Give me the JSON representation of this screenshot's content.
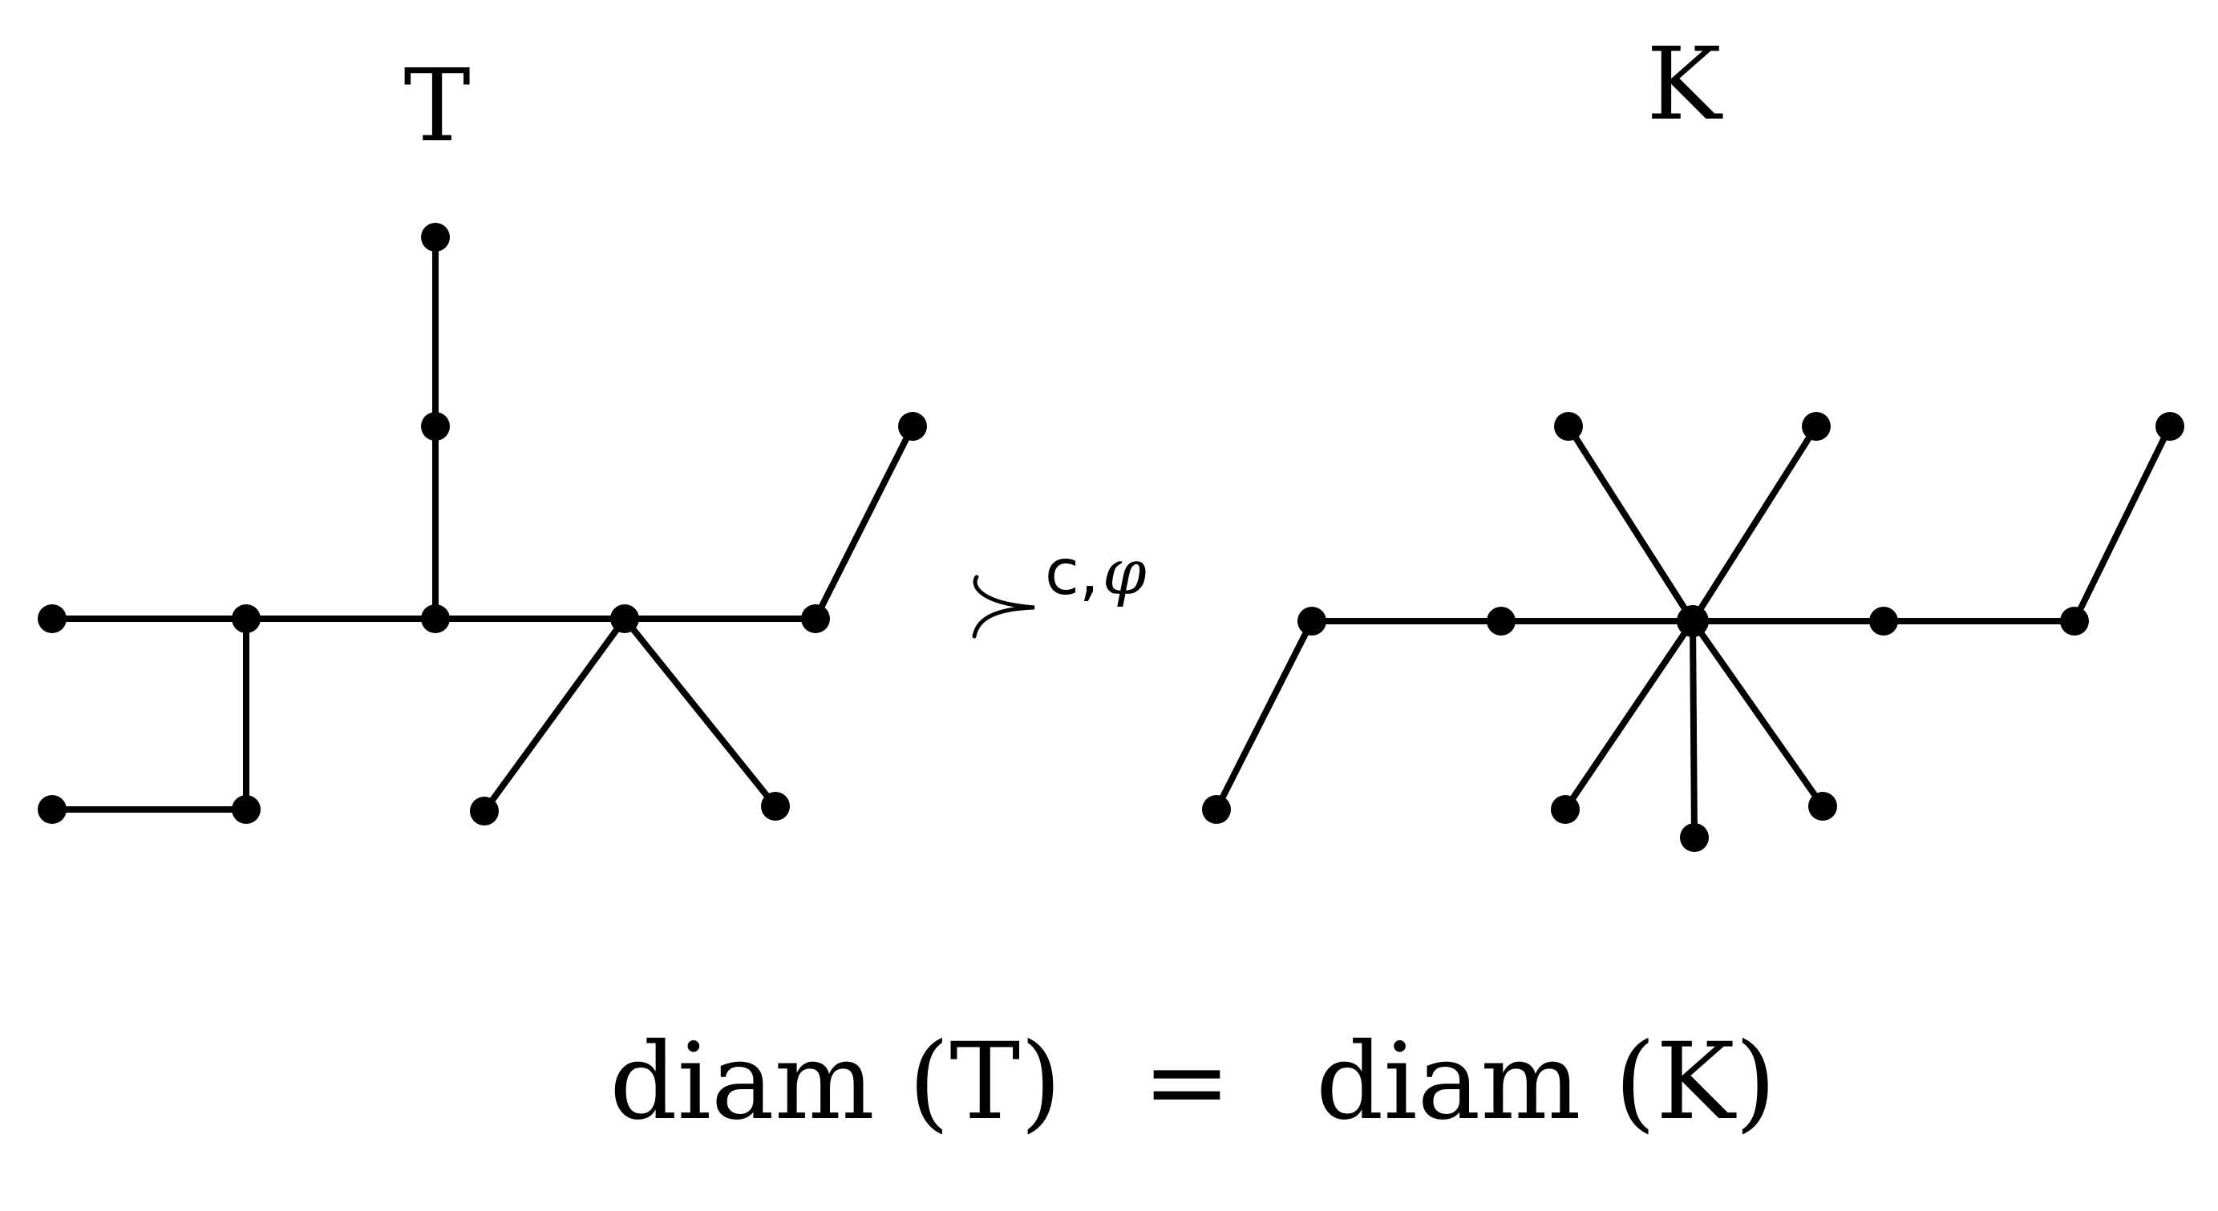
{
  "labels": {
    "left_tree": "T",
    "right_tree": "K",
    "relation_superscript_c": "c,",
    "relation_superscript_phi": "φ"
  },
  "equation": {
    "lhs": "diam (T)",
    "equals": "=",
    "rhs": "diam (K)"
  },
  "colors": {
    "ink": "#000000",
    "background": "#ffffff"
  },
  "icons": {
    "relation_symbol": "succ-curly-relation-icon"
  }
}
